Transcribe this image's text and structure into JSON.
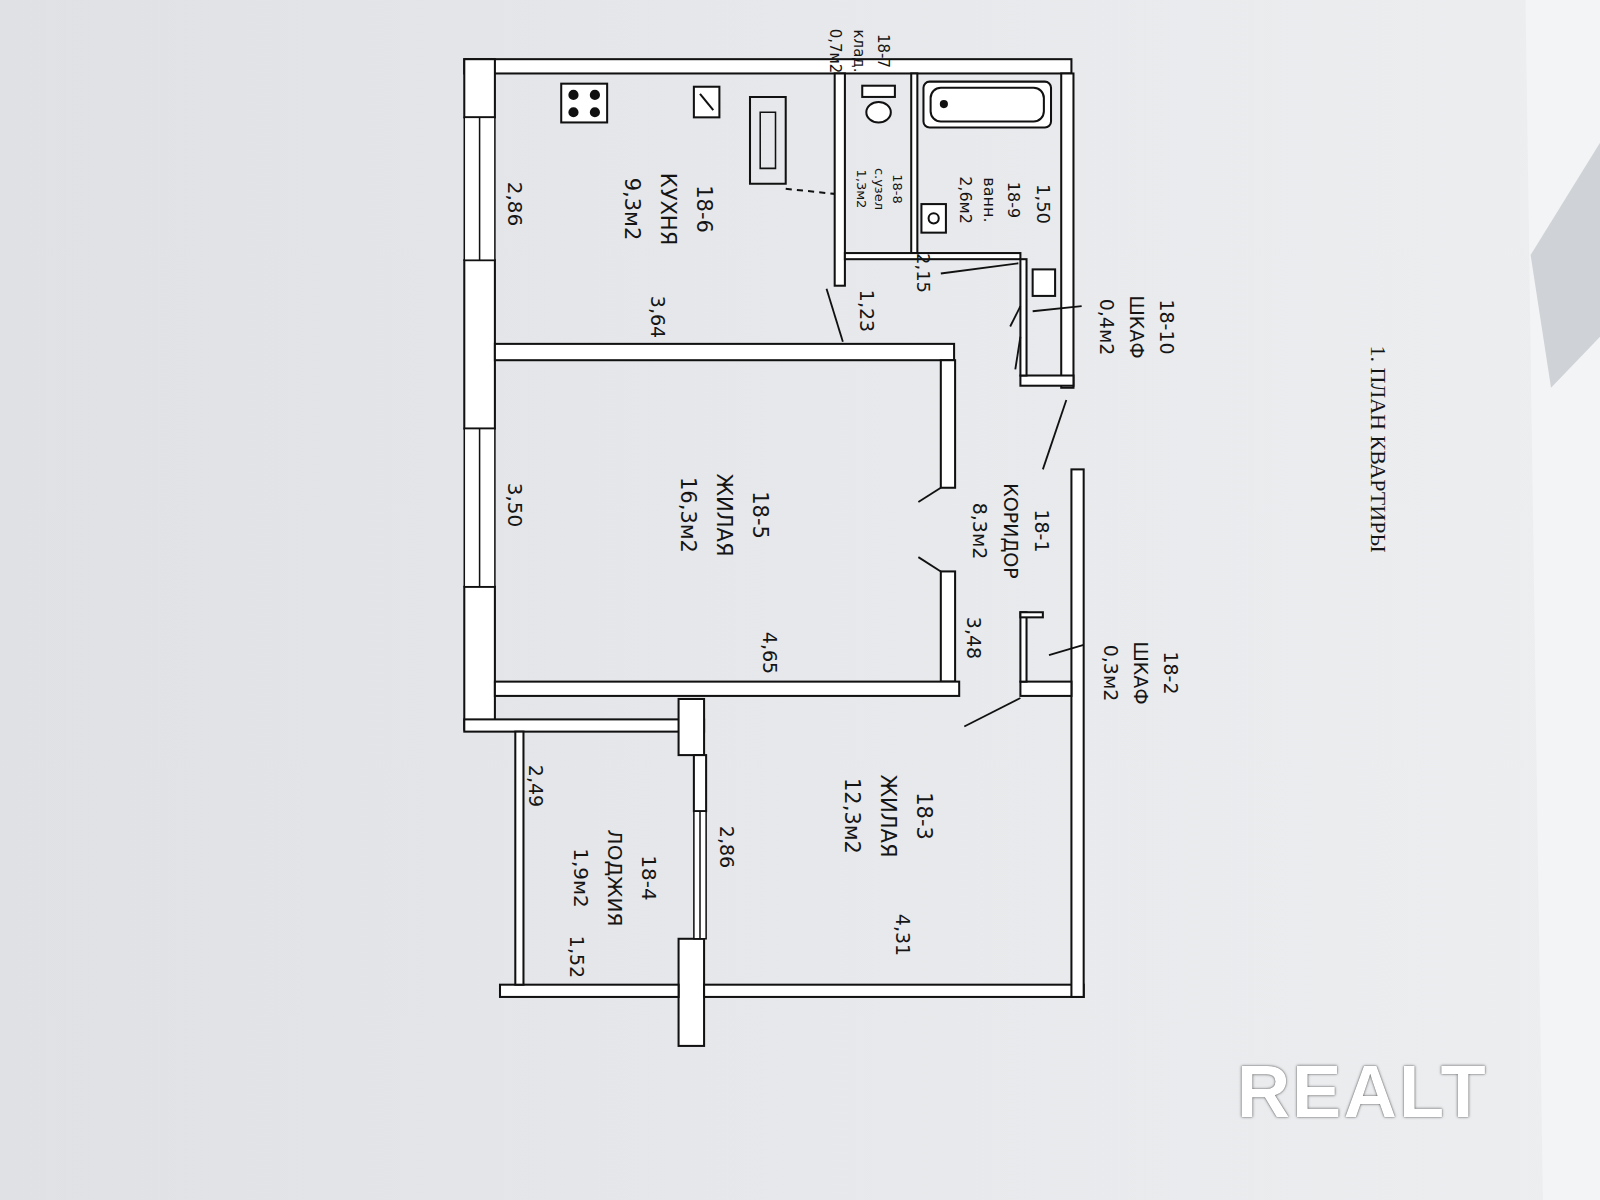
{
  "diagram": {
    "title": "1. ПЛАН КВАРТИРЫ",
    "nodes": [
      {
        "text": [
          "18-7",
          "клад.",
          "0,7м2"
        ]
      },
      {
        "text": [
          "18-6",
          "КУХНЯ",
          "9,3м2"
        ]
      },
      {
        "text": [
          "18-8",
          "с.узел",
          "1,3м2"
        ]
      },
      {
        "text": [
          "18-9",
          "ванн.",
          "2,6м2"
        ]
      },
      {
        "text": [
          "18-10",
          "ШКАФ",
          "0,4м2"
        ]
      },
      {
        "text": [
          "18-1",
          "КОРИДОР",
          "8,3м2"
        ]
      },
      {
        "text": [
          "18-5",
          "ЖИЛАЯ",
          "16,3м2"
        ]
      },
      {
        "text": [
          "18-2",
          "ШКАФ",
          "0,3м2"
        ]
      },
      {
        "text": [
          "18-3",
          "ЖИЛАЯ",
          "12,3м2"
        ]
      },
      {
        "text": [
          "18-4",
          "ЛОДЖИЯ",
          "1,9м2"
        ]
      }
    ],
    "labels": [
      "2,86",
      "3,64",
      "1,50",
      "2,15",
      "1,23",
      "3,50",
      "4,65",
      "3,48",
      "2,49",
      "2,86",
      "1,52",
      "4,31",
      "REALT"
    ]
  }
}
